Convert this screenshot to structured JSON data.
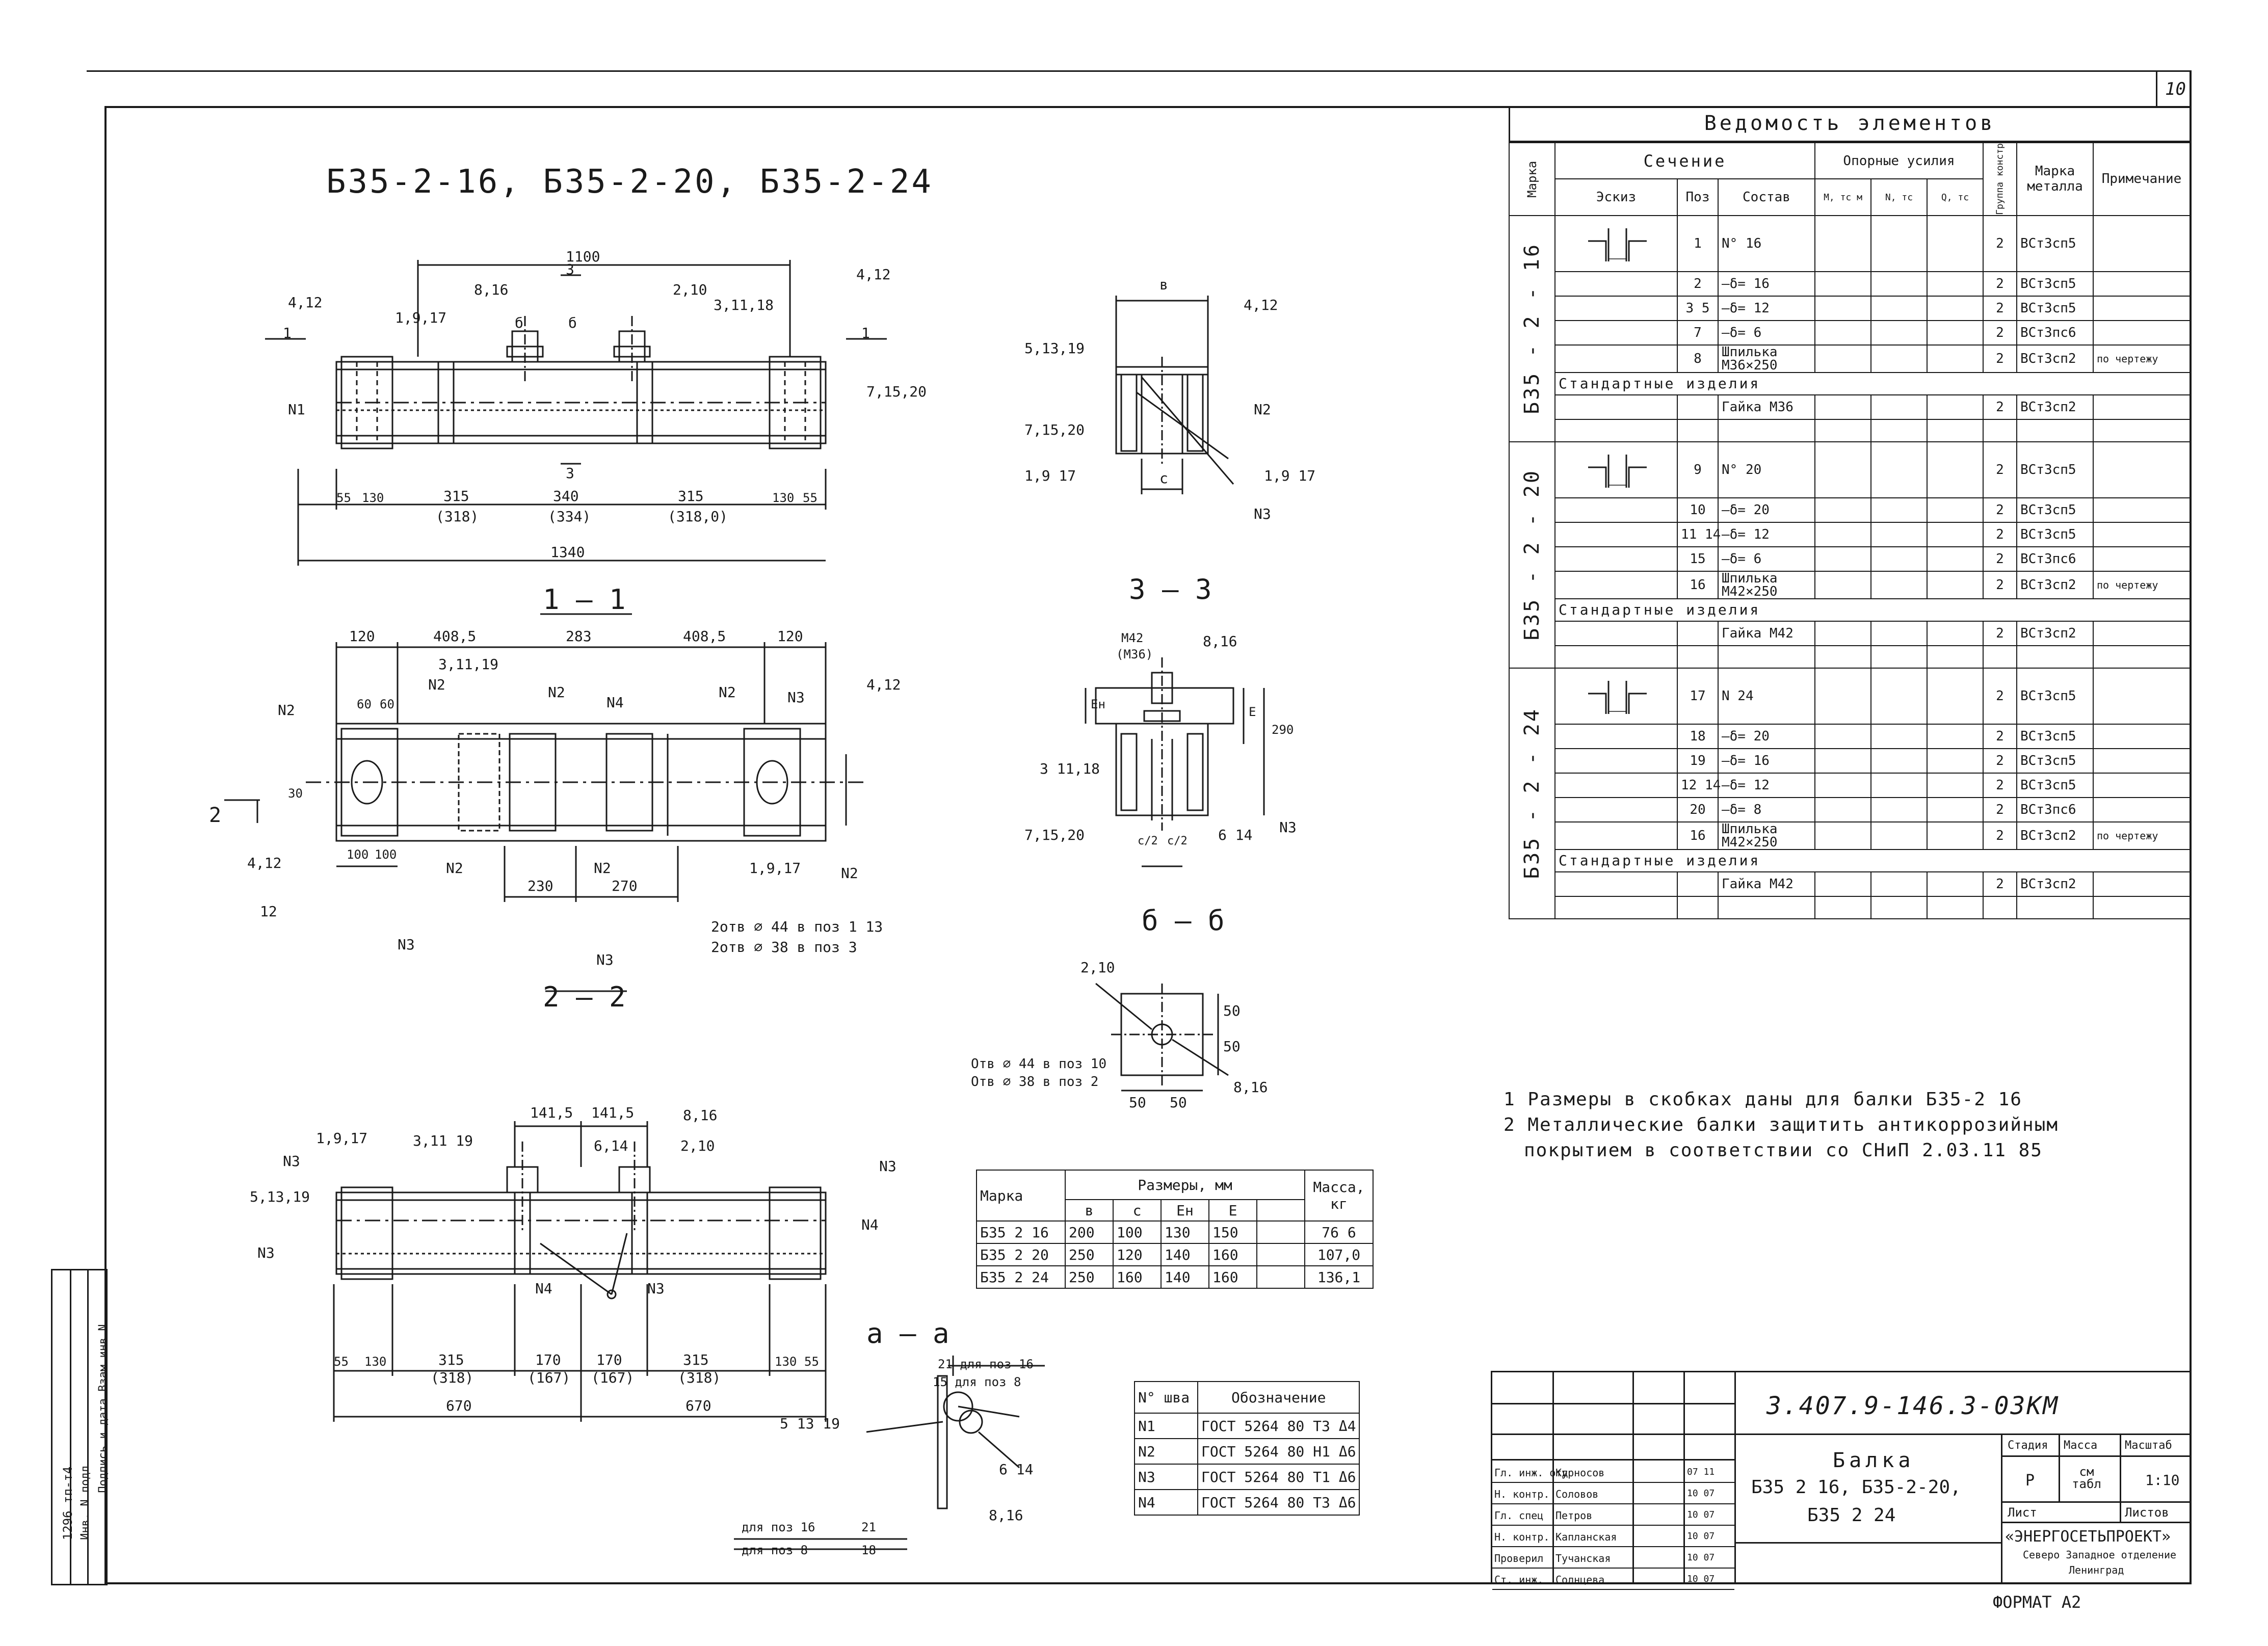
{
  "sheet": {
    "page_number": "10",
    "format": "ФОРМАТ А2",
    "main_title": "Б35-2-16, Б35-2-20, Б35-2-24"
  },
  "views": {
    "front_top": {
      "dims_top": "1100",
      "dims_bottom": [
        "55",
        "130",
        "315",
        "340",
        "315",
        "130",
        "55"
      ],
      "dims_bottom_alt": [
        "(318)",
        "(334)",
        "(318,0)"
      ],
      "dims_total": "1340",
      "labels": [
        "4,12",
        "8,16",
        "2,10",
        "3,11,18",
        "4,12",
        "1,9,17",
        "N1",
        "7,15,20",
        "1",
        "1",
        "3",
        "3",
        "б",
        "б"
      ]
    },
    "section_1_1": {
      "title": "1 – 1",
      "dims_top": [
        "120",
        "408,5",
        "283",
        "408,5",
        "120"
      ],
      "dims_bottom": [
        "100",
        "100",
        "230",
        "270"
      ],
      "labels": [
        "N2",
        "60",
        "60",
        "N2",
        "3,11,19",
        "N2",
        "N4",
        "N2",
        "N3",
        "4,12",
        "30",
        "4,12",
        "N2",
        "N2",
        "1,9,17",
        "N2",
        "12",
        "N3",
        "N3",
        "2",
        "2отв ⌀ 44 в поз 1 13",
        "2отв ⌀ 38 в поз 3"
      ]
    },
    "section_2_2": {
      "title": "2 – 2",
      "dims_top": [
        "141,5",
        "141,5"
      ],
      "dims_bottom": [
        "55",
        "130",
        "315",
        "170",
        "170",
        "315",
        "130",
        "55"
      ],
      "dims_bottom_alt": [
        "(318)",
        "(167)",
        "(167)",
        "(318)"
      ],
      "dims_total": [
        "670",
        "670"
      ],
      "labels": [
        "1,9,17",
        "3,11 19",
        "6,14",
        "8,16",
        "2,10",
        "N3",
        "5,13,19",
        "N3",
        "N3",
        "N4",
        "N4",
        "N3"
      ]
    },
    "section_3_3": {
      "title": "3 – 3",
      "labels": [
        "в",
        "4,12",
        "5,13,19",
        "N2",
        "7,15,20",
        "1,9 17",
        "1,9 17",
        "N3",
        "с"
      ]
    },
    "section_4_4": {
      "labels": [
        "М42",
        "(М36)",
        "8,16",
        "Ен",
        "Е",
        "290",
        "3 11,18",
        "7,15,20",
        "6 14",
        "N3",
        "с/2",
        "с/2"
      ]
    },
    "section_b_b": {
      "title": "б – б",
      "labels": [
        "2,10",
        "50",
        "50",
        "50",
        "50",
        "8,16",
        "Отв ⌀ 44 в поз 10",
        "Отв ⌀ 38 в поз 2"
      ]
    },
    "section_a_a": {
      "title": "а – а",
      "labels": [
        "21 для поз 16",
        "15 для поз 8",
        "5 13 19",
        "6 14",
        "8,16",
        "для поз 16",
        "для поз 8",
        "21",
        "18"
      ]
    }
  },
  "dimensions_table": {
    "headers": {
      "mark": "Марка",
      "group": "Размеры, мм",
      "mass": "Масса, кг"
    },
    "subheaders": [
      "в",
      "с",
      "Ен",
      "Е",
      ""
    ],
    "rows": [
      {
        "mark": "Б35 2 16",
        "b": "200",
        "c": "100",
        "eh": "130",
        "e": "150",
        "mass": "76 6"
      },
      {
        "mark": "Б35 2 20",
        "b": "250",
        "c": "120",
        "eh": "140",
        "e": "160",
        "mass": "107,0"
      },
      {
        "mark": "Б35 2 24",
        "b": "250",
        "c": "160",
        "eh": "140",
        "e": "160",
        "mass": "136,1"
      }
    ]
  },
  "weld_table": {
    "headers": {
      "no": "N° шва",
      "designation": "Обозначение"
    },
    "rows": [
      {
        "no": "N1",
        "designation": "ГОСТ 5264 80 Т3 Δ4"
      },
      {
        "no": "N2",
        "designation": "ГОСТ 5264 80 Н1 Δ6"
      },
      {
        "no": "N3",
        "designation": "ГОСТ 5264 80 Т1 Δ6"
      },
      {
        "no": "N4",
        "designation": "ГОСТ 5264 80 Т3 Δ6"
      }
    ]
  },
  "elements_list": {
    "title": "Ведомость элементов",
    "headers": {
      "mark": "Марка",
      "section": "Сечение",
      "sketch": "Эскиз",
      "pos": "Поз",
      "composition": "Состав",
      "forces": "Опорные усилия",
      "m": "М, тс м",
      "n": "N, тс",
      "q": "Q, тс",
      "group": "Группа констр",
      "steel": "Марка металла",
      "note": "Примечание"
    },
    "blocks": [
      {
        "mark": "Б35 - 2 - 16",
        "rows": [
          {
            "pos": "1",
            "comp": "N° 16",
            "grp": "2",
            "steel": "ВСт3сп5",
            "note": ""
          },
          {
            "pos": "2",
            "comp": "–δ= 16",
            "grp": "2",
            "steel": "ВСт3сп5",
            "note": ""
          },
          {
            "pos": "3 5",
            "comp": "–δ= 12",
            "grp": "2",
            "steel": "ВСт3сп5",
            "note": ""
          },
          {
            "pos": "7",
            "comp": "–δ= 6",
            "grp": "2",
            "steel": "ВСт3пс6",
            "note": ""
          },
          {
            "pos": "8",
            "comp": "Шпилька М36×250",
            "grp": "2",
            "steel": "ВСт3сп2",
            "note": "по чертежу"
          }
        ],
        "std_title": "Стандартные изделия",
        "std_rows": [
          {
            "pos": "",
            "comp": "Гайка М36",
            "grp": "2",
            "steel": "ВСт3сп2",
            "note": ""
          }
        ]
      },
      {
        "mark": "Б35 - 2 - 20",
        "rows": [
          {
            "pos": "9",
            "comp": "N° 20",
            "grp": "2",
            "steel": "ВСт3сп5",
            "note": ""
          },
          {
            "pos": "10",
            "comp": "–δ= 20",
            "grp": "2",
            "steel": "ВСт3сп5",
            "note": ""
          },
          {
            "pos": "11 14",
            "comp": "–δ= 12",
            "grp": "2",
            "steel": "ВСт3сп5",
            "note": ""
          },
          {
            "pos": "15",
            "comp": "–δ= 6",
            "grp": "2",
            "steel": "ВСт3пс6",
            "note": ""
          },
          {
            "pos": "16",
            "comp": "Шпилька М42×250",
            "grp": "2",
            "steel": "ВСт3сп2",
            "note": "по чертежу"
          }
        ],
        "std_title": "Стандартные изделия",
        "std_rows": [
          {
            "pos": "",
            "comp": "Гайка М42",
            "grp": "2",
            "steel": "ВСт3сп2",
            "note": ""
          }
        ]
      },
      {
        "mark": "Б35 - 2 - 24",
        "rows": [
          {
            "pos": "17",
            "comp": "N 24",
            "grp": "2",
            "steel": "ВСт3сп5",
            "note": ""
          },
          {
            "pos": "18",
            "comp": "–δ= 20",
            "grp": "2",
            "steel": "ВСт3сп5",
            "note": ""
          },
          {
            "pos": "19",
            "comp": "–δ= 16",
            "grp": "2",
            "steel": "ВСт3сп5",
            "note": ""
          },
          {
            "pos": "12 14",
            "comp": "–δ= 12",
            "grp": "2",
            "steel": "ВСт3сп5",
            "note": ""
          },
          {
            "pos": "20",
            "comp": "–δ= 8",
            "grp": "2",
            "steel": "ВСт3пс6",
            "note": ""
          },
          {
            "pos": "16",
            "comp": "Шпилька М42×250",
            "grp": "2",
            "steel": "ВСт3сп2",
            "note": "по чертежу"
          }
        ],
        "std_title": "Стандартные изделия",
        "std_rows": [
          {
            "pos": "",
            "comp": "Гайка М42",
            "grp": "2",
            "steel": "ВСт3сп2",
            "note": ""
          }
        ]
      }
    ]
  },
  "notes": [
    "1 Размеры в скобках даны для балки Б35-2 16",
    "2 Металлические балки защитить антикоррозийным",
    "покрытием в соответствии со СНиП 2.03.11 85"
  ],
  "title_block": {
    "code": "3.407.9-146.3-03КМ",
    "name_line1": "Балка",
    "name_line2": "Б35 2 16, Б35-2-20,",
    "name_line3": "Б35 2 24",
    "stage_label": "Стадия",
    "mass_label": "Масса",
    "scale_label": "Масштаб",
    "stage": "Р",
    "mass": "см табл",
    "scale": "1:10",
    "sheet_label": "Лист",
    "sheets_label": "Листов",
    "org": "«ЭНЕРГОСЕТЬПРОЕКТ»",
    "org_sub1": "Северо Западное отделение",
    "org_sub2": "Ленинград",
    "people": [
      {
        "role": "Гл. инж. отд",
        "name": "Курносов",
        "date": "07 11"
      },
      {
        "role": "Н. контр.",
        "name": "Соловов",
        "date": "10 07"
      },
      {
        "role": "Гл. спец",
        "name": "Петров",
        "date": "10 07"
      },
      {
        "role": "Н. контр.",
        "name": "Капланская",
        "date": "10 07"
      },
      {
        "role": "Проверил",
        "name": "Тучанская",
        "date": "10 07"
      },
      {
        "role": "Ст. инж.",
        "name": "Солнцева",
        "date": "10 07"
      }
    ]
  },
  "side_stamp": {
    "col1": "Инв. N подл",
    "col2": "Подпись и дата Взам инв N",
    "inv": "1296 тп-т4"
  }
}
